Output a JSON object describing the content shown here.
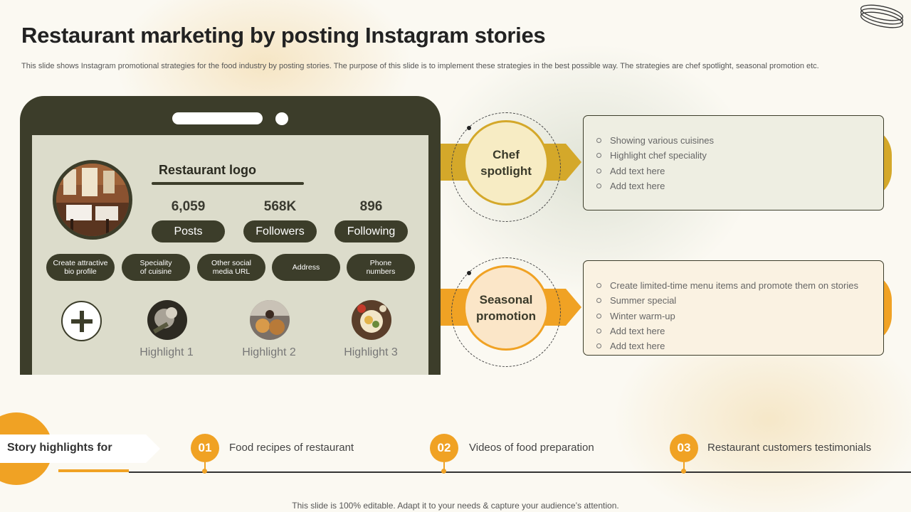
{
  "slide": {
    "title": "Restaurant marketing by posting Instagram stories",
    "subtitle": "This slide shows Instagram promotional strategies for the food industry by posting stories. The purpose of this slide is to implement these strategies in the best possible way. The strategies are chef spotlight, seasonal promotion etc.",
    "footer": "This slide is 100% editable. Adapt it to your needs & capture your audience’s attention."
  },
  "profile": {
    "logo_label": "Restaurant logo",
    "stats": [
      {
        "value": "6,059",
        "label": "Posts"
      },
      {
        "value": "568K",
        "label": "Followers"
      },
      {
        "value": "896",
        "label": "Following"
      }
    ],
    "tags": [
      {
        "line1": "Create attractive",
        "line2": "bio profile"
      },
      {
        "line1": "Speciality",
        "line2": "of cuisine"
      },
      {
        "line1": "Other social",
        "line2": "media URL"
      },
      {
        "line1": "Address",
        "line2": ""
      },
      {
        "line1": "Phone",
        "line2": "numbers"
      }
    ],
    "highlights": [
      "Highlight 1",
      "Highlight 2",
      "Highlight 3"
    ]
  },
  "strategies": [
    {
      "title_line1": "Chef",
      "title_line2": "spotlight",
      "color": "#d4a82a",
      "points": [
        "Showing various  cuisines",
        "Highlight chef speciality",
        "Add text here",
        "Add text here"
      ]
    },
    {
      "title_line1": "Seasonal",
      "title_line2": "promotion",
      "color": "#f0a224",
      "points": [
        "Create limited-time menu items and promote them on stories",
        "Summer special",
        "Winter warm-up",
        "Add text here",
        "Add text here"
      ]
    }
  ],
  "story_highlights": {
    "label": "Story highlights for",
    "steps": [
      {
        "num": "01",
        "text": "Food recipes of restaurant"
      },
      {
        "num": "02",
        "text": "Videos of food preparation"
      },
      {
        "num": "03",
        "text": "Restaurant customers testimonials"
      }
    ]
  },
  "colors": {
    "dark_olive": "#3c3d2a",
    "screen": "#dcdccb",
    "gold": "#d4a82a",
    "orange": "#f0a224"
  }
}
